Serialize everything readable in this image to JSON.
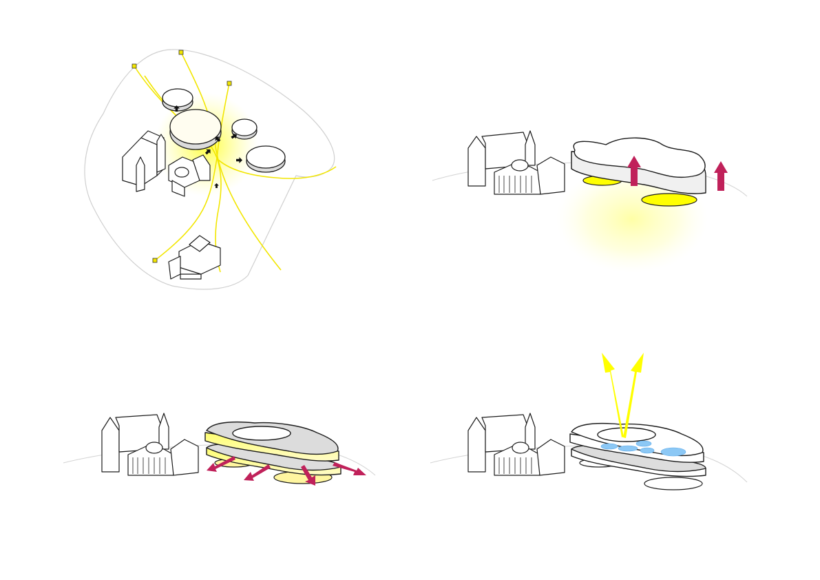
{
  "colors": {
    "background": "#ffffff",
    "outline": "#1a1a1a",
    "ground_line": "#cfcfcf",
    "light_yellow": "#fff35a",
    "glow_yellow": "#ffff00",
    "roof_grey": "#dedede",
    "wall_white": "#f7f7f7",
    "arrow_magenta": "#c0215a",
    "water_blue": "#8cc8f5",
    "direction_arrow": "#111111"
  },
  "panels": [
    {
      "id": "site-plan",
      "icon": "site-plan-axonometric-icon"
    },
    {
      "id": "lifted-volume",
      "icon": "lifted-volume-icon"
    },
    {
      "id": "split-terraces",
      "icon": "split-terraces-icon"
    },
    {
      "id": "roof-opening-light",
      "icon": "roof-opening-light-icon"
    }
  ]
}
